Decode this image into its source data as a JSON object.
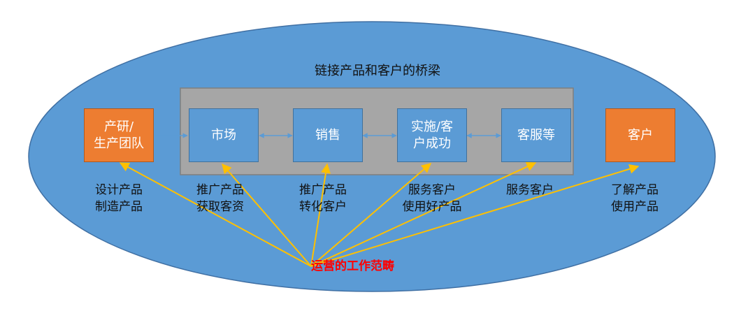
{
  "bridge": {
    "title": "链接产品和客户的桥梁"
  },
  "nodes": {
    "rd_team": "产研/\n生产团队",
    "market": "市场",
    "sales": "销售",
    "implementation": "实施/客\n户成功",
    "service": "客服等",
    "customer": "客户"
  },
  "captions": {
    "rd_team": "设计产品\n制造产品",
    "market": "推广产品\n获取客资",
    "sales": "推广产品\n转化客户",
    "implementation": "服务客户\n使用好产品",
    "service": "服务客户",
    "customer": "了解产品\n使用产品"
  },
  "operations": {
    "label": "运营的工作范畴"
  },
  "colors": {
    "ellipse_fill": "#5b9bd5",
    "ellipse_stroke": "#3f6fa3",
    "bridge_fill": "#a6a6a6",
    "node_blue": "#5b9bd5",
    "node_orange": "#ed7d31",
    "arrow_yellow": "#ffc000",
    "connector": "#5b9bd5",
    "ops_text": "#ff0000"
  }
}
